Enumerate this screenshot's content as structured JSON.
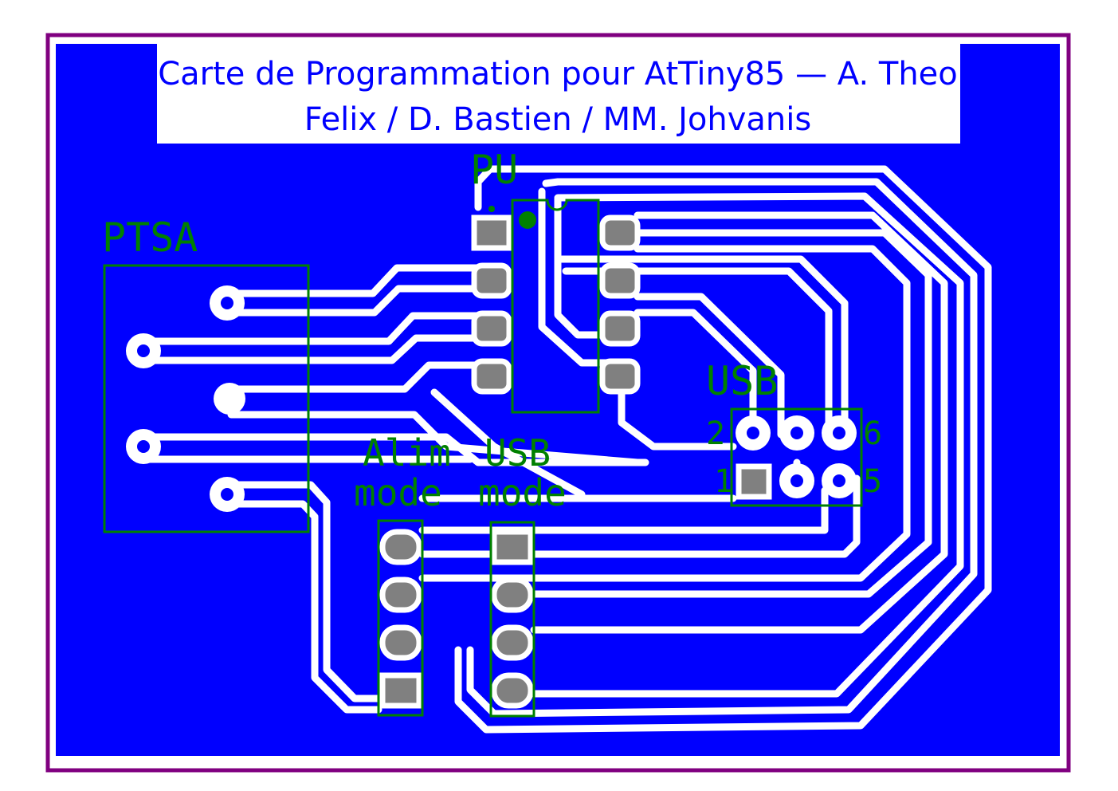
{
  "title": {
    "line1": "Carte de Programmation pour AtTiny85 — A. Theo",
    "line2": "Felix / D. Bastien / MM. Johvanis"
  },
  "components": {
    "ic": {
      "label": "PU"
    },
    "isp": {
      "label": "PTSA"
    },
    "usb": {
      "label": "USB",
      "pins": [
        "2",
        "6",
        "1",
        "5"
      ]
    },
    "alim_jumper": {
      "label1": "Alim",
      "label2": "mode"
    },
    "usb_jumper": {
      "label1": "USB",
      "label2": "mode"
    }
  },
  "colors": {
    "copper": "#0000ff",
    "outline": "#800080",
    "silkscreen": "#008000",
    "pad": "#808080"
  }
}
